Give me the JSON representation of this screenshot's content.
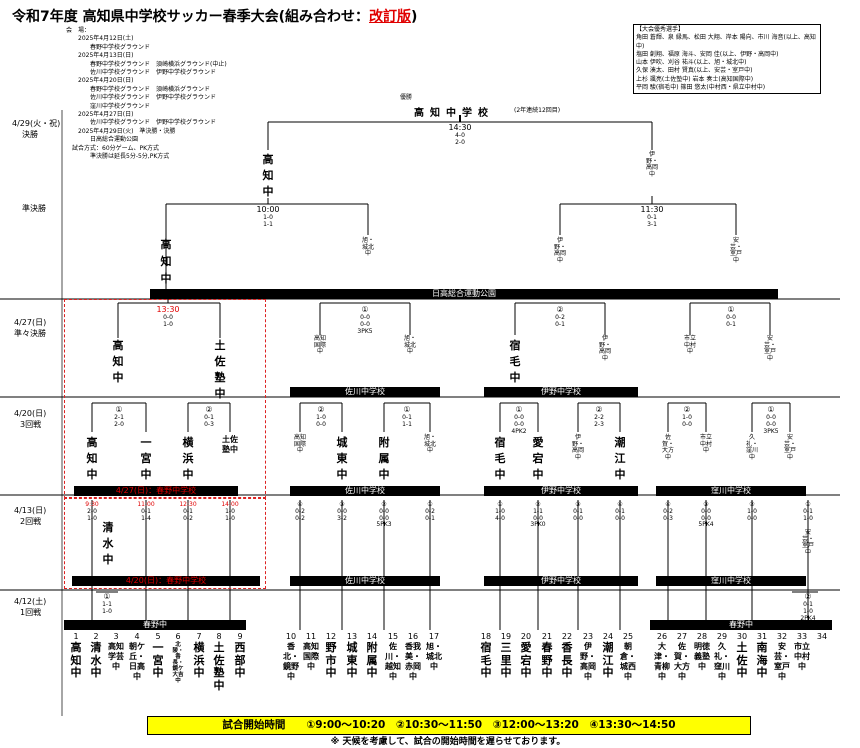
{
  "title": {
    "main": "令和7年度 高知県中学校サッカー春季大会(組み合わせ：",
    "revised": "改訂版",
    "close": ")"
  },
  "winners_box": {
    "lines": [
      "【大会優秀選手】",
      "角田 蒼輝、泉 縁馬、松田 大翔、岸本 陽向、市川 海音(以上、高知中)",
      "塩田 創翔、福原 海斗、安岡 佳(以上、伊野・高岡中)",
      "山本 伊吹、刈谷 祐斗(以上、旭・城北中)",
      "久保 湊太、田村 賢真(以上、安芸・室戸中)",
      "上杉 颯亮(土佐塾中) 岩本 奏士(高知国際中)",
      "平岡 駿(宿毛中) 篠田 悠太(中村西・県立中村中)"
    ]
  },
  "venue_info": "会　場：\n　　2025年4月12日(土)\n　　　　春野中学校グラウンド\n　　2025年4月13日(日)\n　　　　春野中学校グラウンド　須崎横浜グラウンド(中止)\n　　　　佐川中学校グラウンド　伊野中学校グラウンド\n　　2025年4月20日(日)\n　　　　春野中学校グラウンド　須崎横浜グラウンド\n　　　　佐川中学校グラウンド　伊野中学校グラウンド\n　　　　窪川中学校グラウンド\n　　2025年4月27日(日)\n　　　　佐川中学校グラウンド　伊野中学校グラウンド\n　　2025年4月29日(火)　準決勝・決勝\n　　　　日高総合運動公園\n　試合方式：60分ゲーム、PK方式\n　　　　準決勝は延長5分-5分,PK方式",
  "rounds": [
    {
      "date": "4/29(火・祝)",
      "name": "決勝"
    },
    {
      "date": "",
      "name": "準決勝"
    },
    {
      "date": "4/27(日)",
      "name": "準々決勝"
    },
    {
      "date": "4/20(日)",
      "name": "3回戦"
    },
    {
      "date": "4/13(日)",
      "name": "2回戦"
    },
    {
      "date": "4/12(土)",
      "name": "1回戦"
    }
  ],
  "final": {
    "winner_label": "優勝",
    "winner": "高知中学校",
    "winner_note": "(2年連続12回目)",
    "time": "14:30",
    "score": [
      "4-0",
      "2-0"
    ]
  },
  "semis": [
    {
      "time": "10:00",
      "score": [
        "1-0",
        "1-1"
      ]
    },
    {
      "time": "11:30",
      "score": [
        "0-1",
        "3-1"
      ]
    }
  ],
  "venues": {
    "hidaka": "日高総合運動公園",
    "sakawa": "佐川中学校",
    "ino": "伊野中学校",
    "kubokawa": "窪川中学校",
    "haruno": "春野中",
    "haruno_r3": "4/27(日)：春野中学校",
    "haruno_r2": "4/20(日)：春野中学校"
  },
  "teams": [
    {
      "no": "1",
      "name": "高知中"
    },
    {
      "no": "2",
      "name": "清水中"
    },
    {
      "no": "3",
      "name": "高知学芸中"
    },
    {
      "no": "4",
      "name": "朝ケ丘・日高中"
    },
    {
      "no": "5",
      "name": "一宮中"
    },
    {
      "no": "6",
      "name": "北陵・香長・鏡ケ大吉中"
    },
    {
      "no": "7",
      "name": "横浜中"
    },
    {
      "no": "8",
      "name": "土佐塾中"
    },
    {
      "no": "9",
      "name": "西部中"
    },
    {
      "no": "10",
      "name": "香北・鏡野中"
    },
    {
      "no": "11",
      "name": "高知国際中"
    },
    {
      "no": "12",
      "name": "野市中"
    },
    {
      "no": "13",
      "name": "城東中"
    },
    {
      "no": "14",
      "name": "附属中"
    },
    {
      "no": "15",
      "name": "佐川・越知中"
    },
    {
      "no": "16",
      "name": "香我美・赤岡中"
    },
    {
      "no": "17",
      "name": "旭・城北中"
    },
    {
      "no": "18",
      "name": "宿毛中"
    },
    {
      "no": "19",
      "name": "三里中"
    },
    {
      "no": "20",
      "name": "愛宕中"
    },
    {
      "no": "21",
      "name": "春野中"
    },
    {
      "no": "22",
      "name": "香長中"
    },
    {
      "no": "23",
      "name": "伊野・高岡中"
    },
    {
      "no": "24",
      "name": "潮江中"
    },
    {
      "no": "25",
      "name": "朝倉・城西中"
    },
    {
      "no": "26",
      "name": "大津・青柳中"
    },
    {
      "no": "27",
      "name": "佐賀・大方中"
    },
    {
      "no": "28",
      "name": "明徳義塾中"
    },
    {
      "no": "29",
      "name": "久礼・窪川中"
    },
    {
      "no": "30",
      "name": "土佐中"
    },
    {
      "no": "31",
      "name": "南海中"
    },
    {
      "no": "32",
      "name": "安芸・室戸中"
    },
    {
      "no": "33",
      "name": "市立中村中"
    },
    {
      "no": "34",
      "name": ""
    }
  ],
  "times_bar": "試合開始時間　　①9:00～10:20　②10:30～11:50　③12:00～13:20　④13:30～14:50",
  "note": "※ 天候を考慮して、試合の開始時間を遅らせております。"
}
